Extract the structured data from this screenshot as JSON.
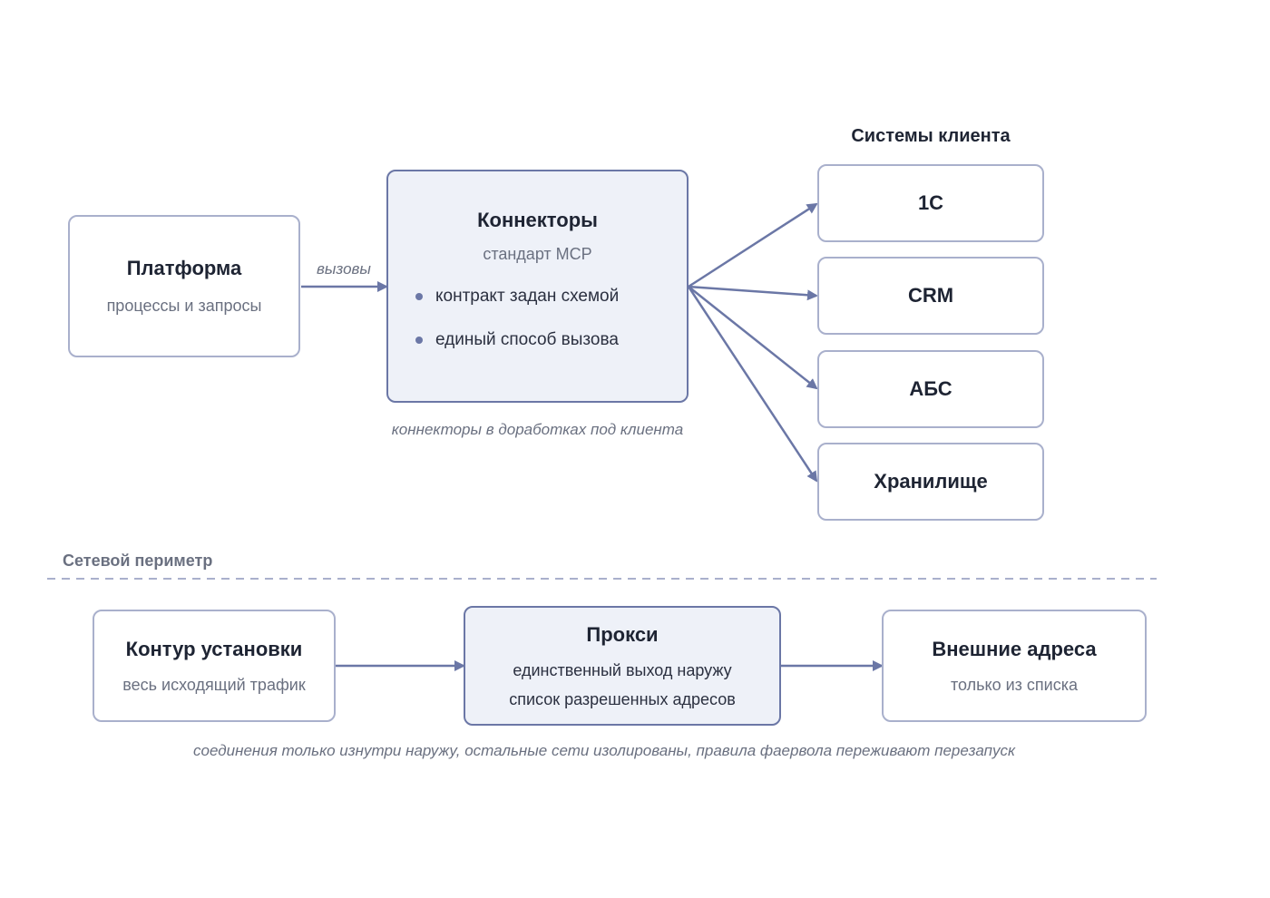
{
  "platform": {
    "title": "Платформа",
    "subtitle": "процессы и запросы"
  },
  "calls_label": "вызовы",
  "connectors": {
    "title": "Коннекторы",
    "subtitle": "стандарт MCP",
    "bullets": [
      "контракт задан схемой",
      "единый способ вызова"
    ],
    "caption": "коннекторы в доработках под клиента"
  },
  "client_systems": {
    "heading": "Системы клиента",
    "items": [
      "1С",
      "CRM",
      "АБС",
      "Хранилище"
    ]
  },
  "network": {
    "heading": "Сетевой периметр",
    "install": {
      "title": "Контур установки",
      "subtitle": "весь исходящий трафик"
    },
    "proxy": {
      "title": "Прокси",
      "lines": [
        "единственный выход наружу",
        "список разрешенных адресов"
      ]
    },
    "external": {
      "title": "Внешние адреса",
      "subtitle": "только из списка"
    },
    "caption": "соединения только изнутри наружу, остальные сети изолированы, правила фаервола переживают перезапуск"
  },
  "colors": {
    "accent": "#6b77a6",
    "border": "#a9b0cc",
    "highlight_fill": "#eef1f8",
    "muted_text": "#6a7080"
  }
}
